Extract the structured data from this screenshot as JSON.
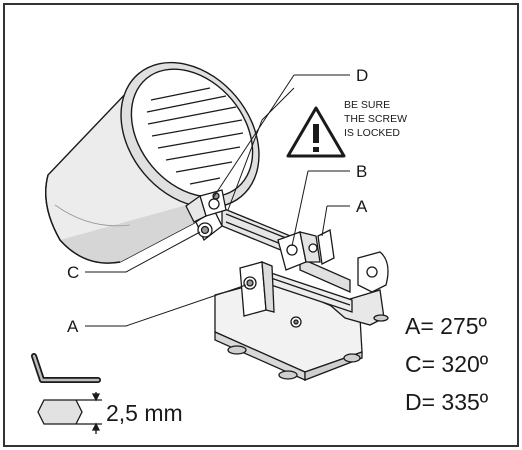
{
  "callouts": {
    "D": "D",
    "B": "B",
    "A_right": "A",
    "C": "C",
    "A_left": "A"
  },
  "warning": {
    "line1": "BE SURE",
    "line2": "THE SCREW",
    "line3": "IS LOCKED",
    "icon": "warning-triangle-icon"
  },
  "angles": {
    "a": "A= 275º",
    "c": "C= 320º",
    "d": "D= 335º"
  },
  "tool": {
    "size": "2,5 mm",
    "icon": "allen-key-icon"
  },
  "colors": {
    "line": "#1a1a1a",
    "frame": "#333333",
    "shade": "#d9d9d9",
    "light": "#ededed"
  }
}
